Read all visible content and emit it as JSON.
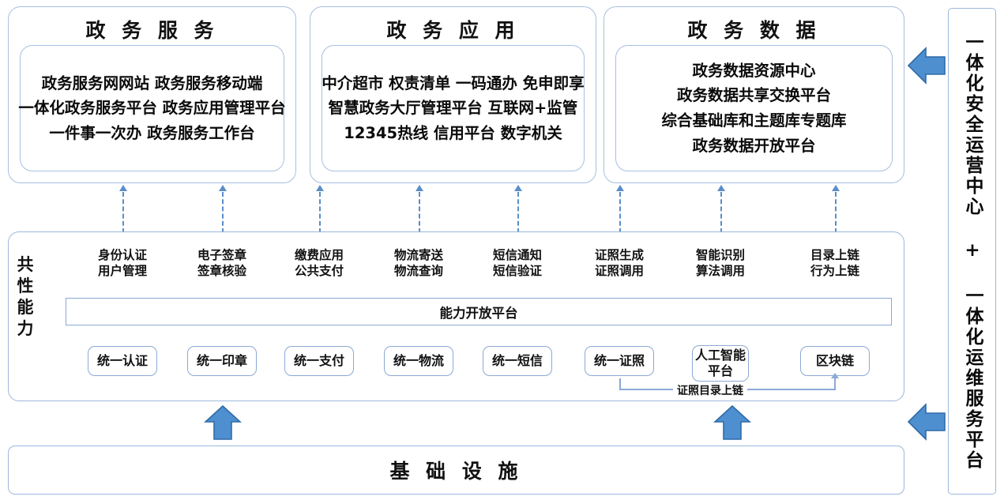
{
  "colors": {
    "panel_border": "#9db7dd",
    "inner_border": "#8ba9d6",
    "dash_line": "#5a8ec9",
    "arrow_fill": "#4e8fd0",
    "arrow_stroke": "#2f6ba8",
    "text": "#111111"
  },
  "top_groups": [
    {
      "title": "政 务 服 务",
      "items": [
        "政务服务网网站 政务服务移动端",
        "一体化政务服务平台 政务应用管理平台",
        "一件事一次办 政务服务工作台"
      ]
    },
    {
      "title": "政 务 应 用",
      "items": [
        "中介超市 权责清单 一码通办 免申即享",
        "智慧政务大厅管理平台 互联网+监管",
        "12345热线 信用平台 数字机关"
      ]
    },
    {
      "title": "政 务 数 据",
      "items": [
        "政务数据资源中心",
        "政务数据共享交换平台",
        "综合基础库和主题库专题库",
        "政务数据开放平台"
      ]
    }
  ],
  "capability": {
    "section_label": "共性能力",
    "open_platform_label": "能力开放平台",
    "columns": [
      {
        "head": [
          "身份认证",
          "用户管理"
        ],
        "box": [
          "统一认证"
        ]
      },
      {
        "head": [
          "电子签章",
          "签章核验"
        ],
        "box": [
          "统一印章"
        ]
      },
      {
        "head": [
          "缴费应用",
          "公共支付"
        ],
        "box": [
          "统一支付"
        ]
      },
      {
        "head": [
          "物流寄送",
          "物流查询"
        ],
        "box": [
          "统一物流"
        ]
      },
      {
        "head": [
          "短信通知",
          "短信验证"
        ],
        "box": [
          "统一短信"
        ]
      },
      {
        "head": [
          "证照生成",
          "证照调用"
        ],
        "box": [
          "统一证照"
        ]
      },
      {
        "head": [
          "智能识别",
          "算法调用"
        ],
        "box": [
          "人工智能",
          "平台"
        ]
      },
      {
        "head": [
          "目录上链",
          "行为上链"
        ],
        "box": [
          "区块链"
        ]
      }
    ],
    "connector_label": "证照目录上链"
  },
  "infrastructure": {
    "label": "基 础 设 施"
  },
  "sidebar": {
    "vertical_text": "一体化安全运营中心 + 一体化运维服务平台"
  },
  "icons": {
    "up_arrow": "fat-up-arrow-icon",
    "left_arrow": "fat-left-arrow-icon",
    "dashed_up_arrow": "dashed-up-arrow-icon"
  }
}
